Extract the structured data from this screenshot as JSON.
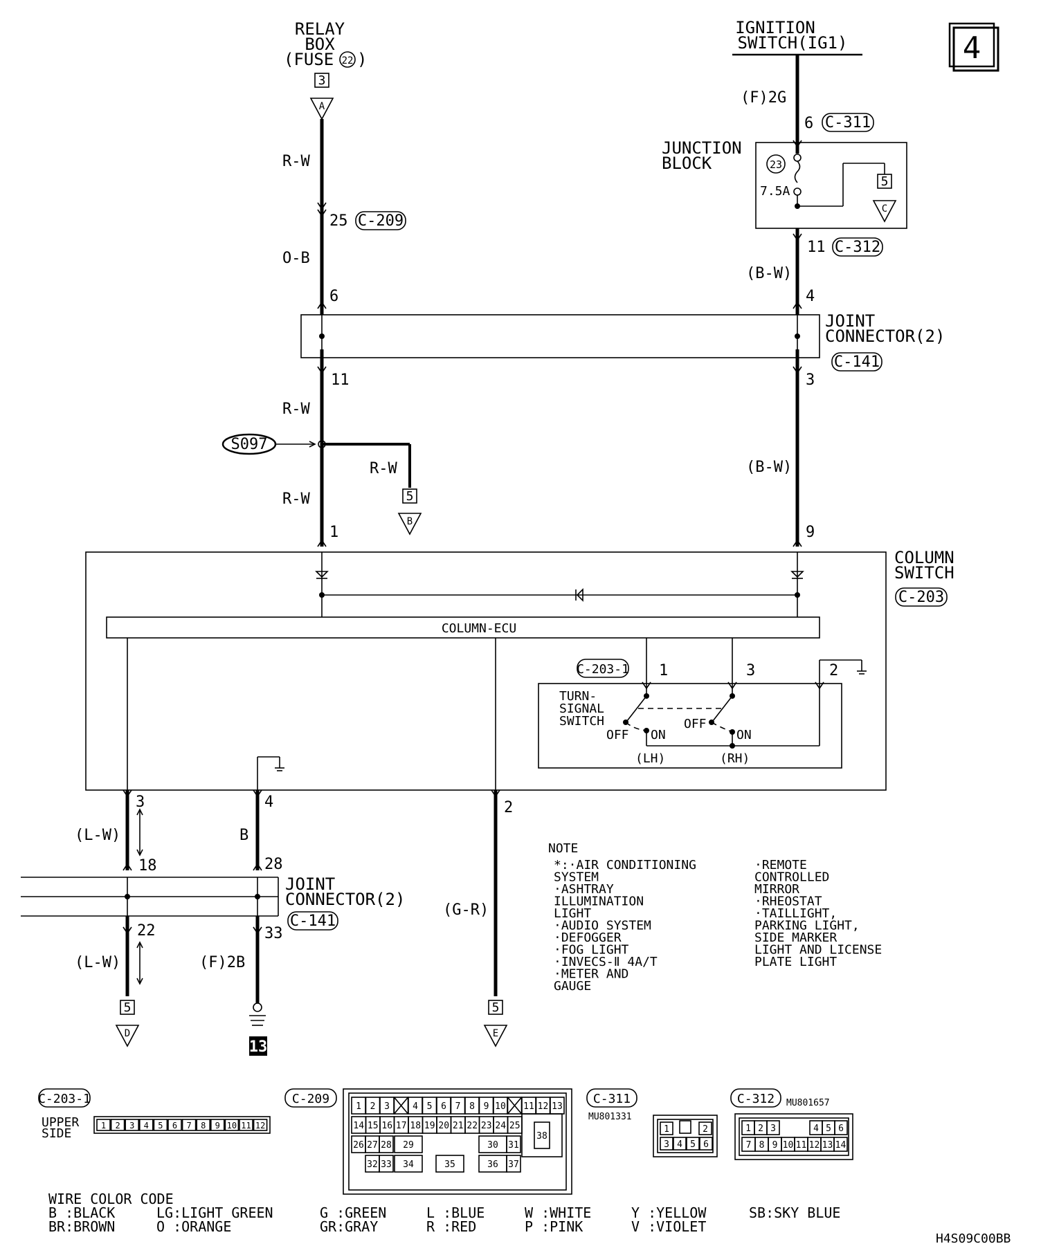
{
  "page": {
    "number": "4",
    "code": "H4S09C00BB"
  },
  "relay_box": {
    "line1": "RELAY",
    "line2": "BOX",
    "line3": "(FUSE",
    "fuse_num": "22",
    "line3_end": ")",
    "page_ref": "3",
    "connector_letter": "A"
  },
  "ignition": {
    "line1": "IGNITION",
    "line2": "SWITCH(IG1)"
  },
  "left_wire": {
    "label_rw1": "R-W",
    "pin25": "25",
    "conn_c209": "C-209",
    "label_ob": "O-B",
    "pin6": "6",
    "pin11": "11",
    "label_rw2": "R-W",
    "splice": "S097",
    "label_rw3": "R-W",
    "branch_page": "5",
    "branch_letter": "B",
    "label_rw4": "R-W",
    "pin1": "1"
  },
  "right_wire": {
    "label_f2g": "(F)2G",
    "pin6": "6",
    "conn_c311": "C-311",
    "jb_line1": "JUNCTION",
    "jb_line2": "BLOCK",
    "fuse_num": "23",
    "fuse_amp": "7.5A",
    "jb_page": "5",
    "jb_letter": "C",
    "pin11": "11",
    "conn_c312": "C-312",
    "label_bw1": "(B-W)",
    "pin4": "4",
    "pin3": "3",
    "label_bw2": "(B-W)",
    "pin9": "9"
  },
  "joint_connector_top": {
    "line1": "JOINT",
    "line2": "CONNECTOR(2)",
    "conn": "C-141"
  },
  "column_switch": {
    "line1": "COLUMN",
    "line2": "SWITCH",
    "conn": "C-203",
    "ecu": "COLUMN-ECU"
  },
  "turn_signal": {
    "conn": "C-203-1",
    "pin1": "1",
    "pin3": "3",
    "pin2": "2",
    "line1": "TURN-",
    "line2": "SIGNAL",
    "line3": "SWITCH",
    "off_l": "OFF",
    "on_l": "ON",
    "off_r": "OFF",
    "on_r": "ON",
    "lh": "(LH)",
    "rh": "(RH)"
  },
  "bottom_wires": {
    "pin3": "3",
    "label_lw1": "(L-W)",
    "pin18": "18",
    "pin22": "22",
    "label_lw2": "(L-W)",
    "page_d": "5",
    "letter_d": "D",
    "pin4": "4",
    "label_b": "B",
    "pin28": "28",
    "pin33": "33",
    "label_f2b": "(F)2B",
    "ground_num": "13",
    "pin2": "2",
    "label_gr": "(G-R)",
    "page_e": "5",
    "letter_e": "E"
  },
  "joint_connector_bottom": {
    "line1": "JOINT",
    "line2": "CONNECTOR(2)",
    "conn": "C-141"
  },
  "note": {
    "title": "NOTE",
    "col1": [
      "*:·AIR CONDITIONING",
      "   SYSTEM",
      " ·ASHTRAY",
      "  ILLUMINATION",
      "  LIGHT",
      " ·AUDIO SYSTEM",
      " ·DEFOGGER",
      " ·FOG LIGHT",
      " ·INVECS-Ⅱ 4A/T",
      " ·METER AND",
      "  GAUGE"
    ],
    "col2": [
      "·REMOTE",
      " CONTROLLED",
      " MIRROR",
      "·RHEOSTAT",
      "·TAILLIGHT,",
      " PARKING LIGHT,",
      " SIDE MARKER",
      " LIGHT AND LICENSE",
      " PLATE LIGHT"
    ]
  },
  "connectors": {
    "c203_1": {
      "label": "C-203-1",
      "upper1": "UPPER",
      "upper2": "SIDE",
      "pins": [
        "1",
        "2",
        "3",
        "4",
        "5",
        "6",
        "7",
        "8",
        "9",
        "10",
        "11",
        "12"
      ]
    },
    "c209": {
      "label": "C-209",
      "row1": [
        "1",
        "2",
        "3",
        "",
        "4",
        "5",
        "6",
        "7",
        "8",
        "9",
        "10",
        "",
        "11",
        "12",
        "13"
      ],
      "row2": [
        "14",
        "15",
        "16",
        "17",
        "18",
        "19",
        "20",
        "21",
        "22",
        "23",
        "24",
        "25"
      ],
      "row3": [
        "26",
        "27",
        "28",
        "29",
        "30",
        "31",
        "38"
      ],
      "row4": [
        "32",
        "33",
        "34",
        "35",
        "36",
        "37"
      ]
    },
    "c311": {
      "label": "C-311",
      "part": "MU801331",
      "pins": [
        "1",
        "2",
        "3",
        "4",
        "5",
        "6"
      ]
    },
    "c312": {
      "label": "C-312",
      "part": "MU801657",
      "row1": [
        "1",
        "2",
        "3",
        "4",
        "5",
        "6"
      ],
      "row2": [
        "7",
        "8",
        "9",
        "10",
        "11",
        "12",
        "13",
        "14"
      ]
    }
  },
  "wire_color_code": {
    "title": "WIRE COLOR CODE",
    "row1": [
      "B :BLACK",
      "LG:LIGHT GREEN",
      "G :GREEN",
      "L :BLUE",
      "W :WHITE",
      "Y :YELLOW",
      "SB:SKY BLUE"
    ],
    "row2": [
      "BR:BROWN",
      "O :ORANGE",
      "GR:GRAY",
      "R :RED",
      "P :PINK",
      "V :VIOLET"
    ]
  }
}
